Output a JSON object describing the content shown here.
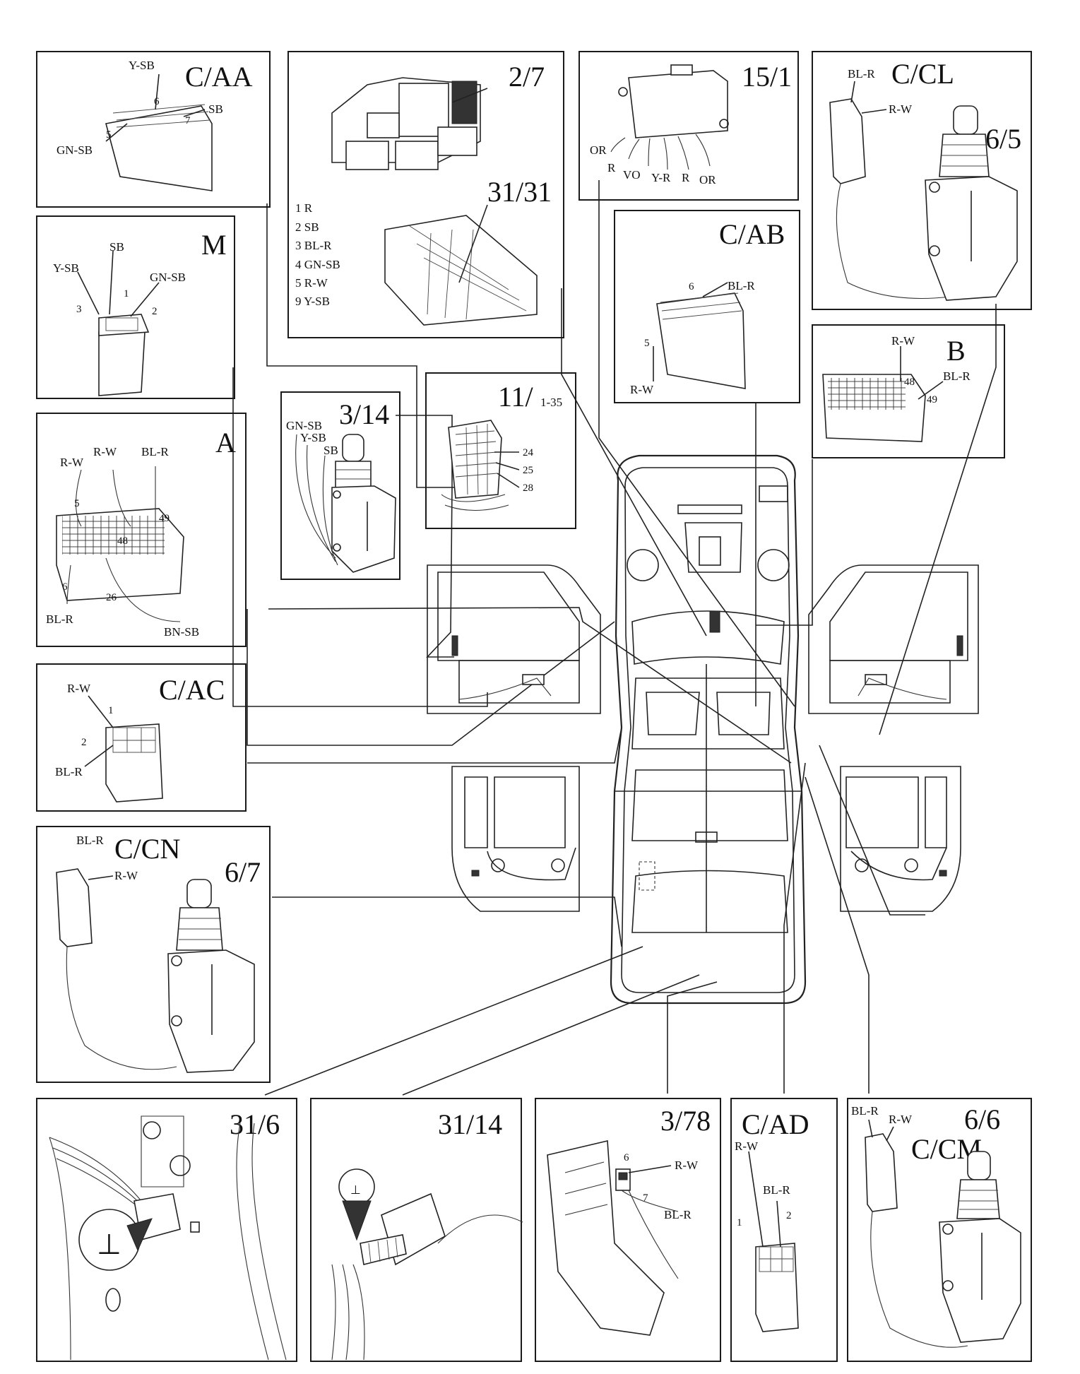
{
  "panels": {
    "caa": {
      "title": "C/AA",
      "wires": [
        "Y-SB",
        "SB",
        "GN-SB"
      ],
      "pins": [
        "6",
        "7",
        "5"
      ]
    },
    "p27": {
      "title": "2/7",
      "subtitle": "31/31",
      "legend": [
        "1  R",
        "2  SB",
        "3  BL-R",
        "4  GN-SB",
        "5  R-W",
        "9  Y-SB"
      ]
    },
    "p151": {
      "title": "15/1",
      "wires": [
        "OR",
        "R",
        "VO",
        "Y-R",
        "R",
        "OR"
      ]
    },
    "ccl": {
      "title": "C/CL",
      "subtitle": "6/5",
      "wires": [
        "BL-R",
        "R-W"
      ]
    },
    "m": {
      "title": "M",
      "wires": [
        "SB",
        "Y-SB",
        "GN-SB"
      ],
      "pins": [
        "1",
        "3",
        "2"
      ]
    },
    "cab": {
      "title": "C/AB",
      "wires": [
        "BL-R",
        "R-W"
      ],
      "pins": [
        "6",
        "5"
      ]
    },
    "b": {
      "title": "B",
      "wires": [
        "R-W",
        "BL-R"
      ],
      "pins": [
        "48",
        "49"
      ]
    },
    "a": {
      "title": "A",
      "wires": [
        "R-W",
        "R-W",
        "BL-R",
        "BL-R",
        "BN-SB"
      ],
      "pins": [
        "5",
        "48",
        "49",
        "6",
        "26"
      ]
    },
    "p314": {
      "title": "3/14",
      "wires": [
        "GN-SB",
        "Y-SB",
        "SB"
      ]
    },
    "p11": {
      "title": "11/",
      "sub": "1-35",
      "pins": [
        "24",
        "25",
        "28"
      ]
    },
    "cac": {
      "title": "C/AC",
      "wires": [
        "R-W",
        "BL-R"
      ],
      "pins": [
        "1",
        "2"
      ]
    },
    "ccn": {
      "title": "C/CN",
      "subtitle": "6/7",
      "wires": [
        "BL-R",
        "R-W"
      ]
    },
    "p316": {
      "title": "31/6",
      "ground": "⊥"
    },
    "p3114": {
      "title": "31/14",
      "ground": "⊥"
    },
    "p378": {
      "title": "3/78",
      "wires": [
        "R-W",
        "BL-R"
      ],
      "pins": [
        "6",
        "7"
      ]
    },
    "cad": {
      "title": "C/AD",
      "wires": [
        "R-W",
        "BL-R"
      ],
      "pins": [
        "1",
        "2"
      ]
    },
    "ccm": {
      "title": "C/CM",
      "subtitle": "6/6",
      "wires": [
        "BL-R",
        "R-W"
      ]
    }
  }
}
